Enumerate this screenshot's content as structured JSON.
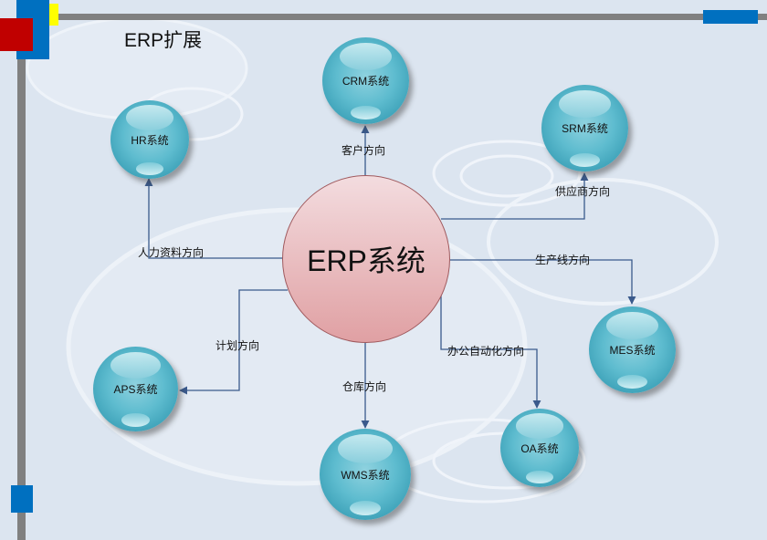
{
  "title": "ERP扩展",
  "center": {
    "label": "ERP系统"
  },
  "nodes": {
    "crm": "CRM系统",
    "hr": "HR系统",
    "srm": "SRM系统",
    "mes": "MES系统",
    "aps": "APS系统",
    "wms": "WMS系统",
    "oa": "OA系统"
  },
  "edges": {
    "crm": "客户方向",
    "hr": "人力资料方向",
    "srm": "供应商方向",
    "mes": "生产线方向",
    "aps": "计划方向",
    "wms": "仓库方向",
    "oa": "办公自动化方向"
  },
  "colors": {
    "frame_gray": "#808080",
    "frame_blue": "#0070c0",
    "frame_red": "#c00000",
    "frame_yellow": "#ffff00",
    "connector": "#3a5a8c"
  }
}
